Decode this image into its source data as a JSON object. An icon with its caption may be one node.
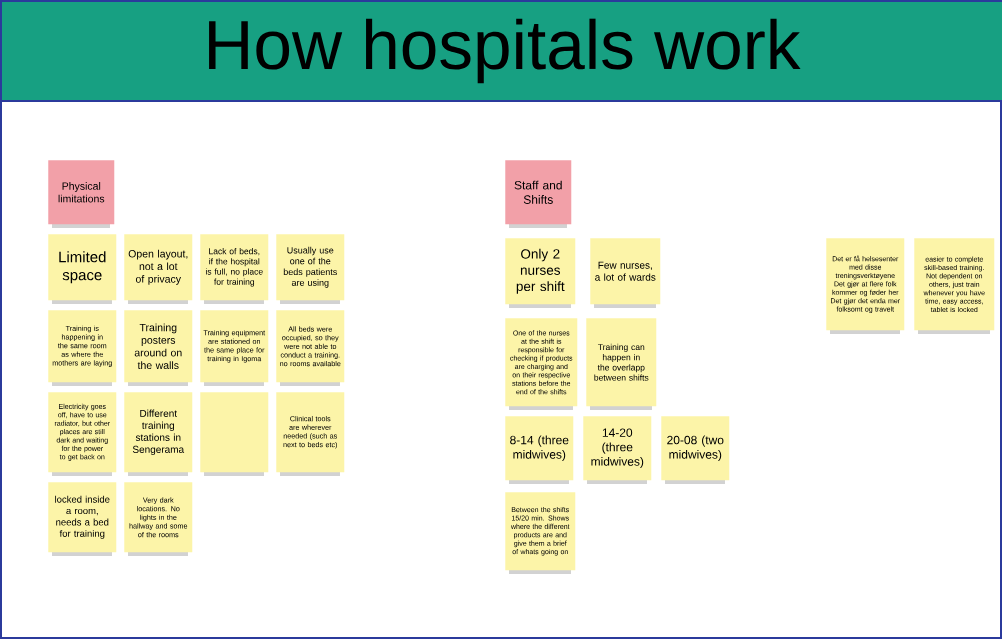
{
  "diagram": {
    "title": "How hospitals work",
    "nodes": [
      {
        "text": [
          "Physical limitations"
        ]
      },
      {
        "text": [
          "Limited space"
        ]
      },
      {
        "text": [
          "Open layout, not a lot of privacy"
        ]
      },
      {
        "text": [
          "Lack of beds, if the hospital is full, no place for training"
        ]
      },
      {
        "text": [
          "Usually use one of the beds patients are using"
        ]
      },
      {
        "text": [
          "Training is happening in the same room as where the mothers are laying"
        ]
      },
      {
        "text": [
          "Training posters around on the walls"
        ]
      },
      {
        "text": [
          "Training equipment are stationed on the same place for training in Igoma"
        ]
      },
      {
        "text": [
          "All beds were occupied, so they were not able to conduct a training. no rooms available"
        ]
      },
      {
        "text": [
          "Electricity goes off, have to use radiator, but other places are still dark and waiting for the power to get back on"
        ]
      },
      {
        "text": [
          "Different training stations in Sengerama"
        ]
      },
      {
        "text": [],
        "shape": "box"
      },
      {
        "text": [
          "Clinical tools are wherever needed (such as next to beds etc)"
        ]
      },
      {
        "text": [
          "locked inside a room, needs a bed for training"
        ]
      },
      {
        "text": [
          "Very dark locations. No lights in the hallway and some of the rooms"
        ]
      },
      {
        "text": [
          "Staff and Shifts"
        ]
      },
      {
        "text": [
          "Only 2 nurses per shift"
        ]
      },
      {
        "text": [
          "Few nurses, a lot of wards"
        ]
      },
      {
        "text": [
          "One of the nurses at the shift is responsible for checking if products are charging and on their respective stations before the end of the shifts"
        ]
      },
      {
        "text": [
          "Training can happen in the overlapp between shifts"
        ]
      },
      {
        "text": [
          "8-14 (three midwives)"
        ]
      },
      {
        "text": [
          "14-20 (three midwives)"
        ]
      },
      {
        "text": [
          "20-08 (two midwives)"
        ]
      },
      {
        "text": [
          "Between the shifts 15/20 min. Shows where the different products are and give them a brief of whats going on"
        ]
      },
      {
        "text": [
          "Det er få helsesenter med disse treningsverktøyene Det gjør at flere folk kommer og føder her Det gjør det enda mer folksomt og travelt"
        ]
      },
      {
        "text": [
          "easier to complete skill-based training. Not dependent on others, just train whenever you have time, easy access, tablet is locked"
        ]
      }
    ]
  }
}
